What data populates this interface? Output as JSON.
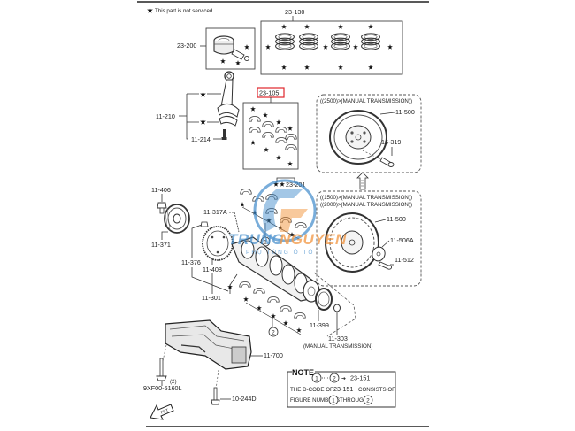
{
  "legend": {
    "star_icon": "star-icon",
    "text": "This part is not serviced"
  },
  "parts": {
    "p23_130": "23-130",
    "p23_200": "23-200",
    "p11_210": "11-210",
    "p11_214": "11-214",
    "p23_105": "23-105",
    "p23_201": "23-201",
    "p11_406": "11-406",
    "p11_371": "11-371",
    "p11_317A": "11-317A",
    "p11_376": "11-376",
    "p11_408": "11-408",
    "p11_301": "11-301",
    "p11_399": "11-399",
    "p11_303": "11-303",
    "p11_303_note": "(MANUAL TRANSMISSION)",
    "p11_700": "11-700",
    "p10_244D": "10-244D",
    "p9xf00": "9XF00-5160L",
    "p9xf00_qty": "(2)",
    "flywheel_a": {
      "condition": "((2500)>(MANUAL TRANSMISSION))",
      "p11_500": "11-500",
      "p16_319": "16-319"
    },
    "flywheel_b": {
      "condition_1": "((1500)>(MANUAL TRANSMISSION))",
      "condition_2": "((2000)>(MANUAL TRANSMISSION))",
      "p11_500": "11-500",
      "p11_506A": "11-506A",
      "p11_512": "11-512"
    }
  },
  "callouts": {
    "c1": "1",
    "c2": "2"
  },
  "note": {
    "title": "NOTE",
    "range_from": "1",
    "range_to": "2",
    "arrow_target": "23-151",
    "line2": "THE D-CODE OF",
    "line2_code": "23-151",
    "line2_end": "CONSISTS OF",
    "line3_start": "FIGURE NUMBERS",
    "line3_from": "1",
    "line3_mid": "THROUGH",
    "line3_to": "2"
  },
  "front_arrow": {
    "icon": "front-arrow-icon",
    "text": "FRT"
  },
  "highlight_color": "#e0262b",
  "watermark": {
    "brand": "TRUNGNGUYEN",
    "brand_part1": "TRUNG",
    "brand_part2": "NGUYEN",
    "tagline": "PHỤ TÙNG Ô TÔ",
    "color_blue": "#3b87c9",
    "color_orange": "#f08a2c"
  }
}
